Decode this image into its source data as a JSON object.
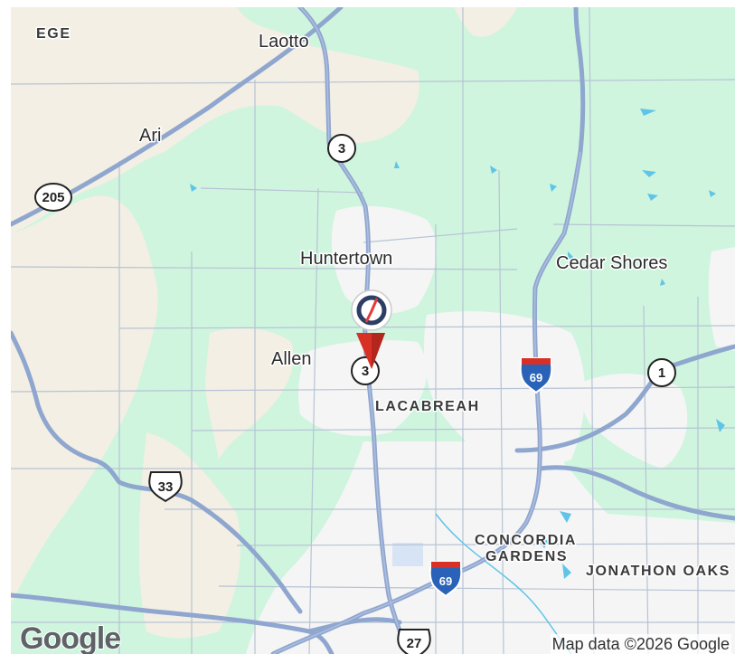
{
  "map": {
    "logo_text": "Google",
    "attribution": "Map data ©2026 Google",
    "places": {
      "ege": "EGE",
      "laotto": "Laotto",
      "ari": "Ari",
      "huntertown": "Huntertown",
      "cedar_shores": "Cedar Shores",
      "allen": "Allen",
      "lacabreah": "LACABREAH",
      "concordia_1": "CONCORDIA",
      "concordia_2": "GARDENS",
      "jonathon_oaks": "JONATHON OAKS"
    },
    "route_shields": {
      "state_3_north": "3",
      "state_3_south": "3",
      "state_205": "205",
      "us_33": "33",
      "us_27": "27",
      "state_1": "1",
      "interstate_69_north": "69",
      "interstate_69_south": "69"
    },
    "marker": {
      "icon": "location-pin-icon",
      "badge_icon": "compass-icon",
      "color": "#d93025"
    },
    "colors": {
      "green_area": "#cff5df",
      "land": "#f4f1ea",
      "urban": "#f5f5f5",
      "road": "#93a9d3",
      "water": "#5ec5e8"
    }
  }
}
